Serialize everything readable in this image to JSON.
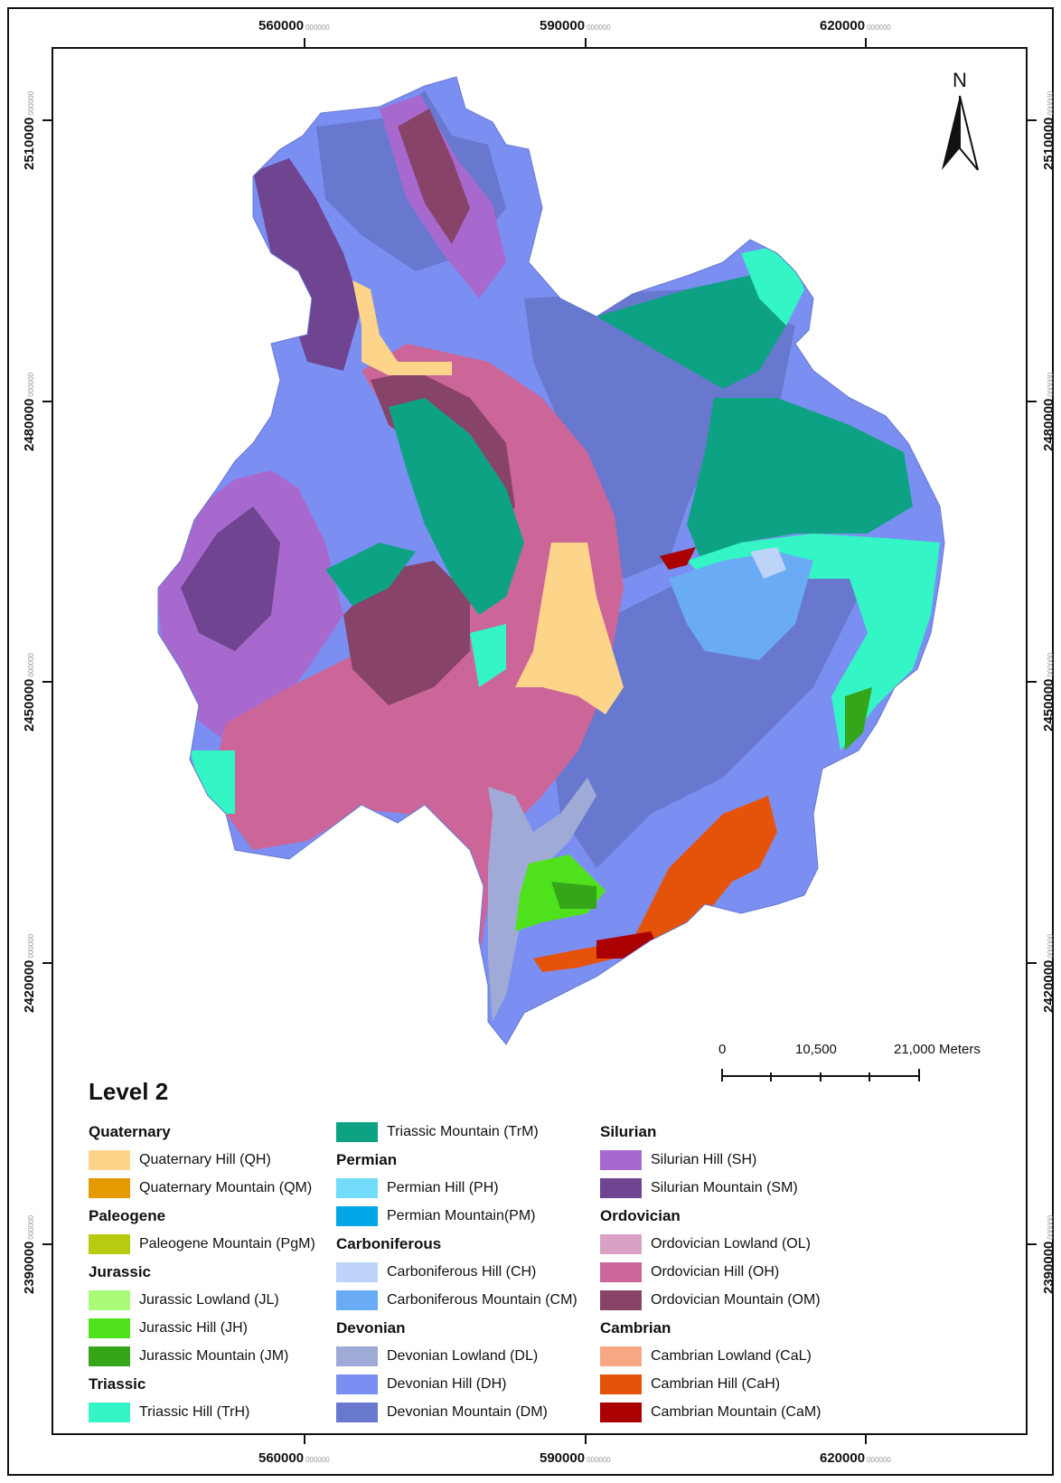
{
  "map": {
    "top_ticks": [
      {
        "label": "560000",
        "sub": "000000"
      },
      {
        "label": "590000",
        "sub": "000000"
      },
      {
        "label": "620000",
        "sub": "000000"
      }
    ],
    "bottom_ticks": [
      {
        "label": "560000",
        "sub": "000000"
      },
      {
        "label": "590000",
        "sub": "000000"
      },
      {
        "label": "620000",
        "sub": "000000"
      }
    ],
    "side_ticks": [
      {
        "label": "2510000",
        "sub": "000000"
      },
      {
        "label": "2480000",
        "sub": "000000"
      },
      {
        "label": "2450000",
        "sub": "000000"
      },
      {
        "label": "2420000",
        "sub": "000000"
      },
      {
        "label": "2390000",
        "sub": "000000"
      }
    ],
    "north_label": "N",
    "scale_labels": [
      "0",
      "10,500",
      "21,000 Meters"
    ]
  },
  "legend": {
    "title": "Level 2",
    "columns": [
      [
        {
          "group": "Quaternary"
        },
        {
          "label": "Quaternary Hill (QH)",
          "color": "#fcd48a"
        },
        {
          "label": "Quaternary Mountain (QM)",
          "color": "#e49a00"
        },
        {
          "group": "Paleogene"
        },
        {
          "label": "Paleogene Mountain (PgM)",
          "color": "#b7cc10"
        },
        {
          "group": "Jurassic"
        },
        {
          "label": "Jurassic Lowland (JL)",
          "color": "#a8fa78"
        },
        {
          "label": "Jurassic Hill (JH)",
          "color": "#4fe21c"
        },
        {
          "label": "Jurassic Mountain (JM)",
          "color": "#35a51a"
        },
        {
          "group": "Triassic"
        },
        {
          "label": "Triassic Hill (TrH)",
          "color": "#33f5c5"
        }
      ],
      [
        {
          "label": "Triassic Mountain (TrM)",
          "color": "#0ea285"
        },
        {
          "group": "Permian"
        },
        {
          "label": "Permian Hill (PH)",
          "color": "#72dcfa"
        },
        {
          "label": "Permian Mountain(PM)",
          "color": "#00a6e6"
        },
        {
          "group": "Carboniferous"
        },
        {
          "label": "Carboniferous Hill (CH)",
          "color": "#bdd3f7"
        },
        {
          "label": "Carboniferous Mountain (CM)",
          "color": "#6aabf6"
        },
        {
          "group": "Devonian"
        },
        {
          "label": "Devonian Lowland (DL)",
          "color": "#a0aad6"
        },
        {
          "label": "Devonian Hill (DH)",
          "color": "#7b8ff2"
        },
        {
          "label": "Devonian Mountain (DM)",
          "color": "#6878cf"
        }
      ],
      [
        {
          "group": "Silurian"
        },
        {
          "label": "Silurian Hill (SH)",
          "color": "#a869cf"
        },
        {
          "label": "Silurian Mountain (SM)",
          "color": "#6f4490"
        },
        {
          "group": "Ordovician"
        },
        {
          "label": "Ordovician Lowland  (OL)",
          "color": "#d9a2c4"
        },
        {
          "label": "Ordovician Hill (OH)",
          "color": "#cc6699"
        },
        {
          "label": "Ordovician Mountain (OM)",
          "color": "#884468"
        },
        {
          "group": "Cambrian"
        },
        {
          "label": "Cambrian Lowland  (CaL)",
          "color": "#f8a784"
        },
        {
          "label": "Cambrian Hill  (CaH)",
          "color": "#e5530b"
        },
        {
          "label": "Cambrian Mountain  (CaM)",
          "color": "#aa0000"
        }
      ]
    ]
  }
}
